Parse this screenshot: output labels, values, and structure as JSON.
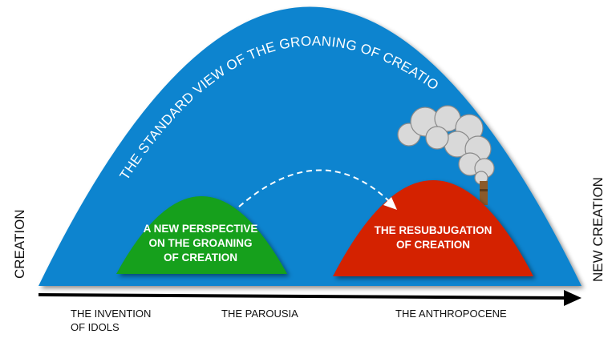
{
  "title": "THE STANDARD VIEW OF THE GROANING OF CREATION",
  "green_dome": {
    "line1": "A NEW PERSPECTIVE",
    "line2": "ON THE GROANING",
    "line3": "OF CREATION"
  },
  "red_dome": {
    "line1": "THE RESUBJUGATION",
    "line2": "OF CREATION"
  },
  "axis": {
    "start_label": "CREATION",
    "end_label": "NEW CREATION",
    "ticks": [
      {
        "line1": "THE INVENTION",
        "line2": "OF IDOLS"
      },
      {
        "line1": "THE PAROUSIA"
      },
      {
        "line1": "THE ANTHROPOCENE"
      }
    ]
  },
  "colors": {
    "arch": "#0a84cf",
    "green": "#12a01e",
    "red": "#d42000"
  }
}
